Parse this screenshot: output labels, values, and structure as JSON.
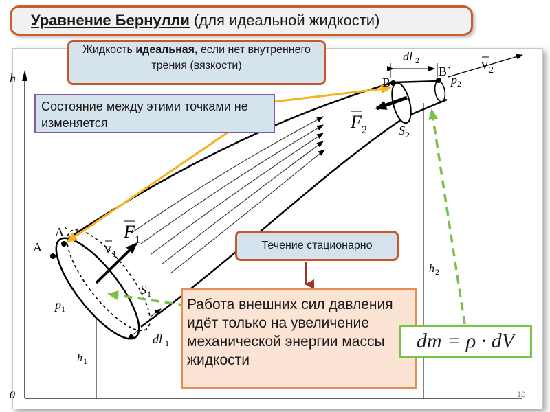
{
  "title": {
    "main": "Уравнение Бернулли",
    "sub": " (для идеальной жидкости)"
  },
  "callouts": {
    "ideal": {
      "prefix": "Жидкость",
      "emph": " идеальная,",
      "suffix": " если нет внутреннего трения (вязкости)"
    },
    "state": "Состояние между этими точками не изменяется",
    "flow": "Течение стационарно",
    "work": "Работа внешних сил давления идёт только на увеличение механической энергии массы жидкости",
    "formula": "dm = ρ · dV"
  },
  "labels": {
    "h": "h",
    "zero": "0",
    "A": "A",
    "A_prime": "A`",
    "B": "B",
    "B_prime": "B`",
    "F1": "F",
    "F1_sub": "1",
    "F2": "F",
    "F2_sub": "2",
    "v1": "v",
    "v1_sub": "1",
    "v2": "v",
    "v2_sub": "2",
    "S1": "S",
    "S1_sub": "1",
    "S2": "S",
    "S2_sub": "2",
    "p1": "p",
    "p1_sub": "1",
    "p2": "p",
    "p2_sub": "2",
    "dl1": "dl",
    "dl1_sub": "1",
    "dl2": "dl",
    "dl2_sub": "2",
    "h1": "h",
    "h1_sub": "1",
    "h2": "h",
    "h2_sub": "2",
    "page_number": "10"
  },
  "colors": {
    "title_border": "#cf5a2a",
    "callout_fill": "#d5e3ec",
    "work_fill": "#fbe4d4",
    "orange_arrow": "#f5b21c",
    "green_dash": "#7cc04a",
    "brown_arrow": "#a0352a"
  }
}
